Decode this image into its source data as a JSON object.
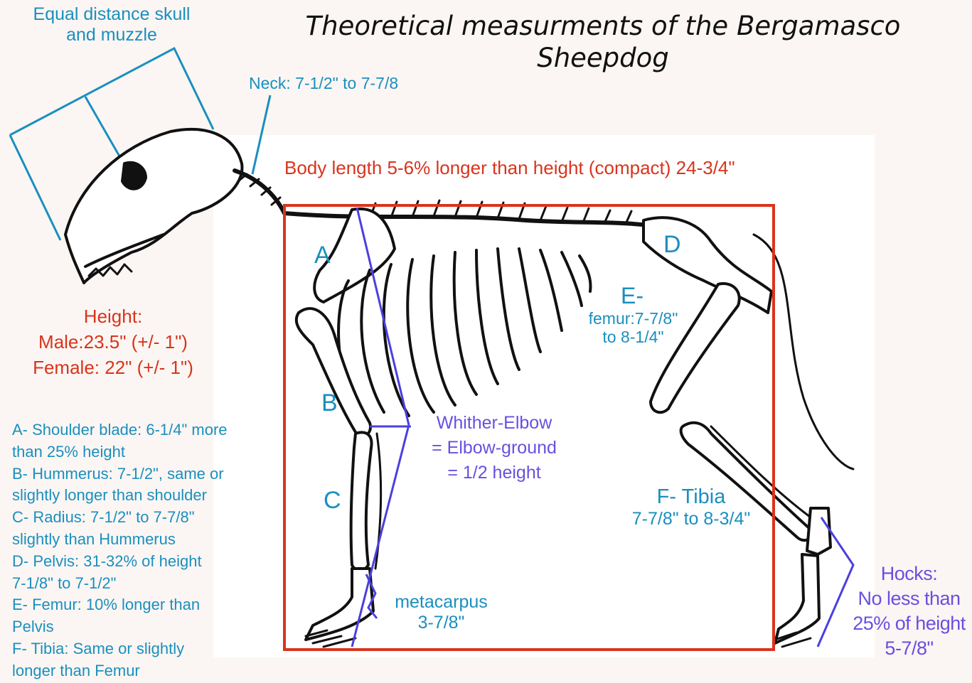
{
  "title": {
    "line1": "Theoretical measurments of the Bergamasco",
    "line2": "Sheepdog"
  },
  "skull_note": {
    "line1": "Equal distance skull",
    "line2": "and muzzle"
  },
  "neck_note": "Neck: 7-1/2\" to  7-7/8",
  "body_length_note": "Body length 5-6% longer than height (compact) 24-3/4\"",
  "height_note": {
    "heading": "Height:",
    "male": "Male:23.5\" (+/- 1\")",
    "female": "Female: 22\" (+/- 1\")"
  },
  "legend": [
    "A- Shoulder blade: 6-1/4\" more",
    "than 25% height",
    "B- Hummerus: 7-1/2\", same or",
    "slightly longer than shoulder",
    "C- Radius: 7-1/2\" to  7-7/8\"",
    "slightly than Hummerus",
    "D- Pelvis: 31-32% of height",
    "7-1/8\" to 7-1/2\"",
    "E- Femur: 10% longer than",
    "Pelvis",
    "F- Tibia: Same or slightly",
    "longer than Femur"
  ],
  "bone_letters": {
    "a": "A",
    "b": "B",
    "c": "C",
    "d": "D"
  },
  "femur_note": {
    "letter": "E-",
    "line1": "femur:7-7/8\"",
    "line2": "to 8-1/4\""
  },
  "elbow_note": {
    "line1": "Whither-Elbow",
    "line2": "= Elbow-ground",
    "line3": "= 1/2 height"
  },
  "metacarpus_note": {
    "line1": "metacarpus",
    "line2": "3-7/8\""
  },
  "tibia_note": {
    "line1": "F- Tibia",
    "line2": "7-7/8\" to 8-3/4\""
  },
  "hocks_note": {
    "line1": "Hocks:",
    "line2": "No less than",
    "line3": "25% of height",
    "line4": "5-7/8\""
  },
  "colors": {
    "annotation_teal": "#1a8fbf",
    "annotation_red": "#d9341c",
    "annotation_violet": "#6a4fe0",
    "skeleton": "#111111",
    "background": "#fbf6f3"
  }
}
